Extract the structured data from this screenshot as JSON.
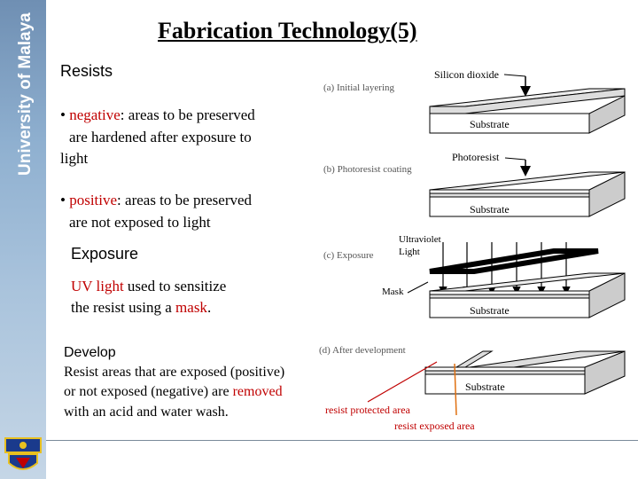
{
  "sidebar": {
    "university": "University of Malaya"
  },
  "title": "Fabrication Technology(5)",
  "resists": {
    "heading": "Resists",
    "negative": {
      "bullet": "•",
      "term": "negative",
      "rest1": ": areas to be preserved",
      "line2": "are hardened after exposure to",
      "line3": "light"
    },
    "positive": {
      "bullet": "•",
      "term": "positive",
      "rest1": ": areas to be preserved",
      "line2": "are not exposed to light"
    }
  },
  "exposure": {
    "heading": "Exposure",
    "uv": "UV light",
    "line1_rest": " used to sensitize",
    "line2_start": "the resist using a ",
    "mask": "mask",
    "line2_end": "."
  },
  "develop": {
    "heading": "Develop",
    "line1": "Resist areas that are exposed (positive)",
    "line2_start": "or not exposed (negative) are ",
    "removed": "removed",
    "line3": "with an acid and water wash."
  },
  "diagram": {
    "step_a": "(a) Initial layering",
    "step_b": "(b) Photoresist coating",
    "step_c": "(c) Exposure",
    "step_d": "(d) After development",
    "silicon_dioxide": "Silicon dioxide",
    "photoresist": "Photoresist",
    "ultraviolet": "Ultraviolet",
    "light": "Light",
    "mask": "Mask",
    "substrate": "Substrate",
    "resist_protected": "resist protected area",
    "resist_exposed": "resist exposed area"
  },
  "colors": {
    "accent_red": "#c00000",
    "arrow_orange": "#e07010"
  }
}
